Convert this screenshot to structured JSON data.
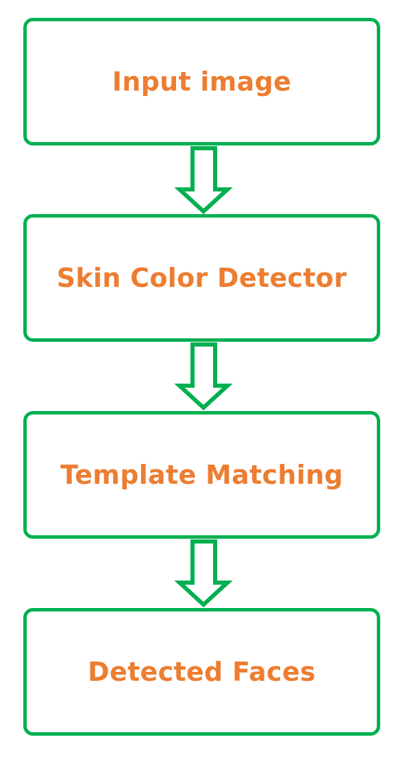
{
  "colors": {
    "border": "#00b050",
    "text": "#ed7d31",
    "background": "#ffffff"
  },
  "steps": [
    {
      "label": "Input image"
    },
    {
      "label": "Skin Color Detector"
    },
    {
      "label": "Template Matching"
    },
    {
      "label": "Detected Faces"
    }
  ],
  "arrows": [
    {
      "from": "Input image",
      "to": "Skin Color Detector",
      "icon": "down-arrow-icon"
    },
    {
      "from": "Skin Color Detector",
      "to": "Template Matching",
      "icon": "down-arrow-icon"
    },
    {
      "from": "Template Matching",
      "to": "Detected Faces",
      "icon": "down-arrow-icon"
    }
  ]
}
